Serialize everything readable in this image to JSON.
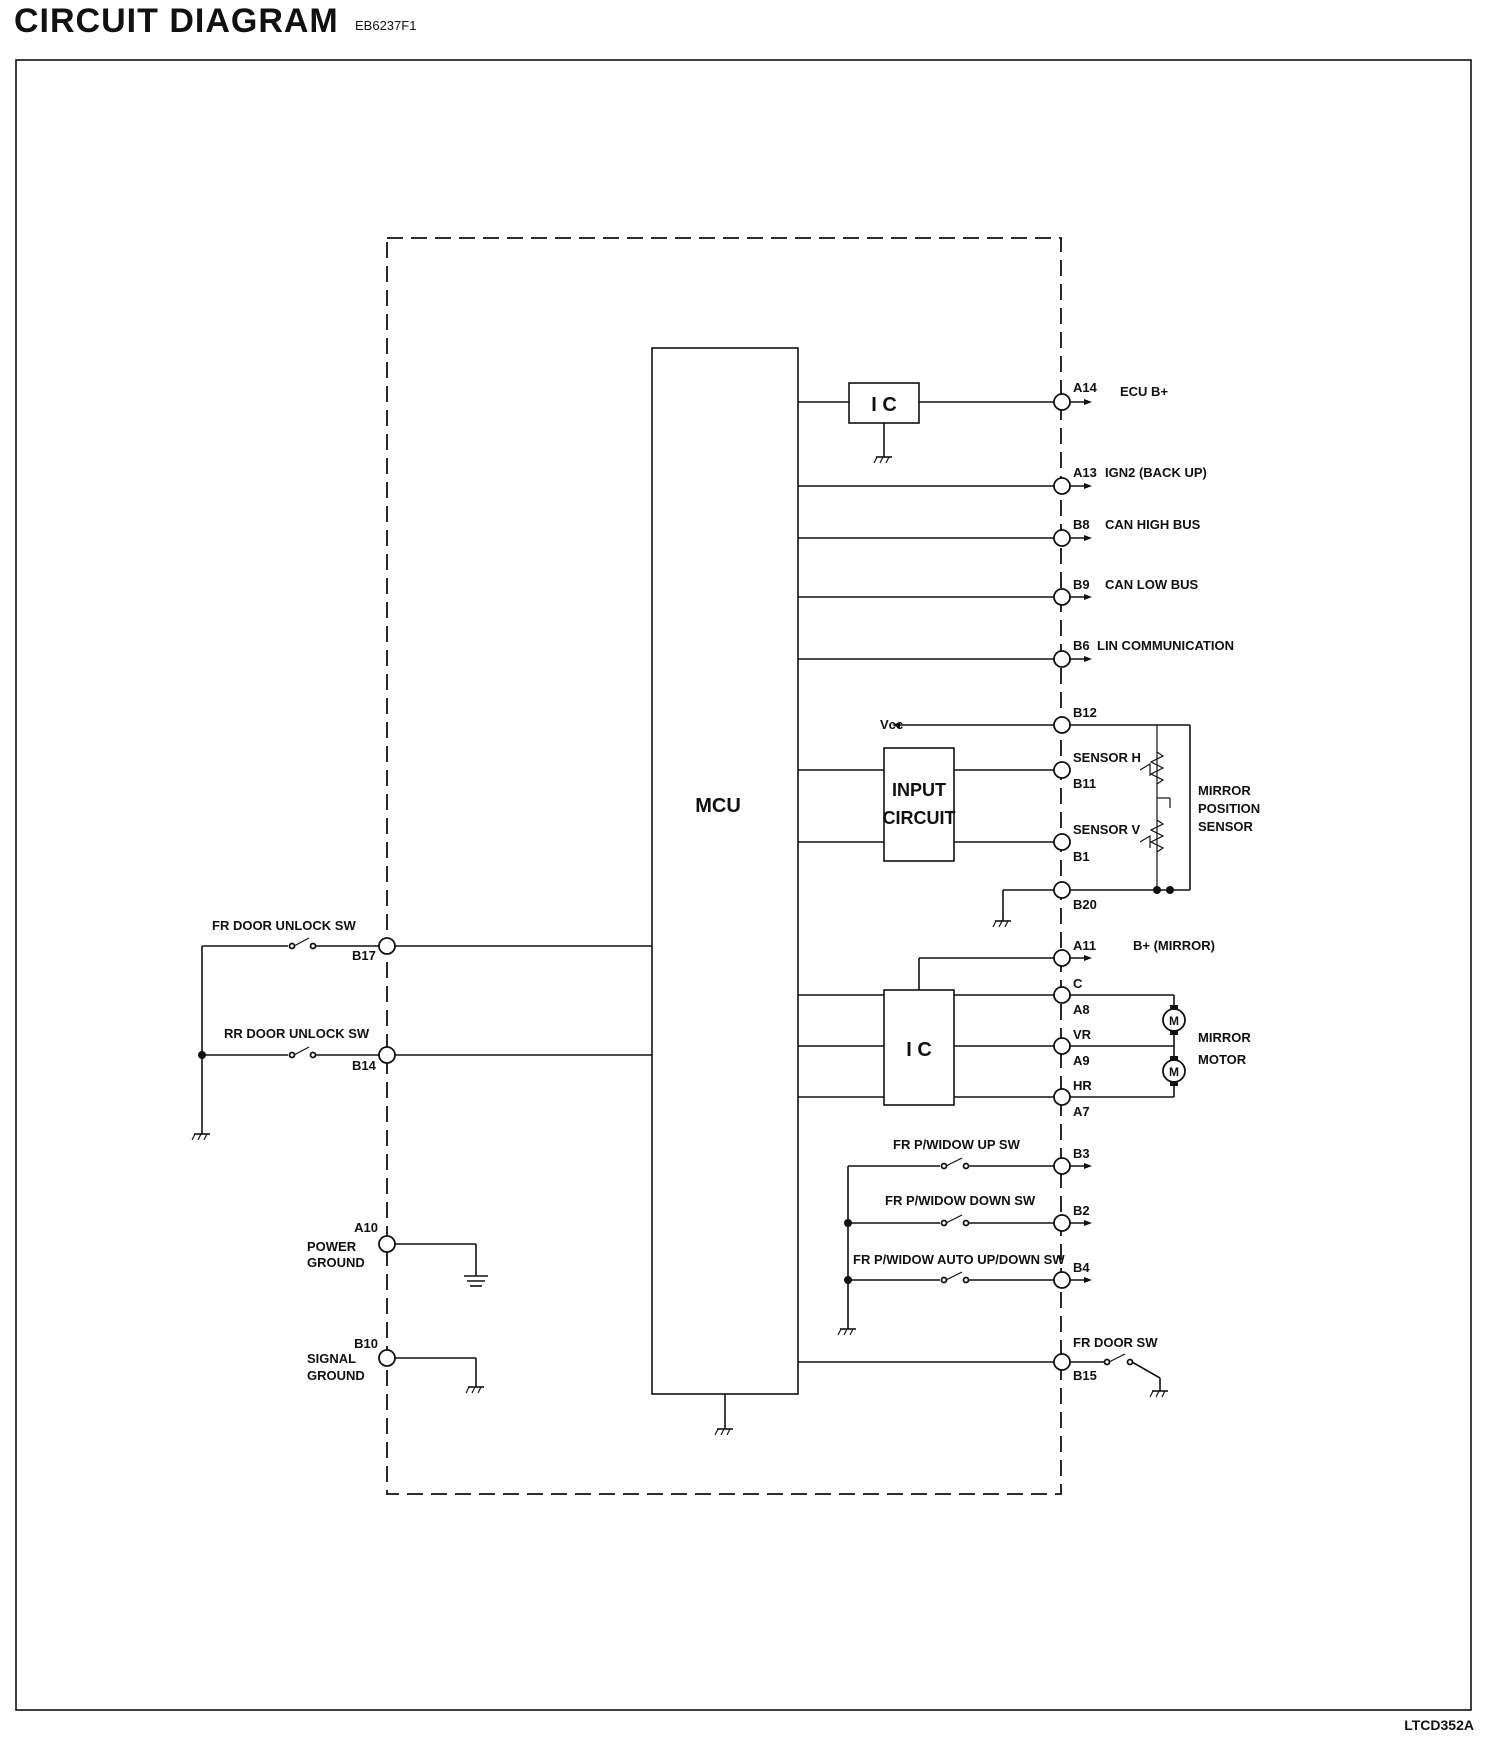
{
  "header": {
    "title": "CIRCUIT DIAGRAM",
    "code": "EB6237F1"
  },
  "footer": {
    "code": "LTCD352A"
  },
  "blocks": {
    "mcu": "MCU",
    "ic_top": "I C",
    "ic_mid": "I C",
    "input_1": "INPUT",
    "input_2": "CIRCUIT"
  },
  "right_terminals": {
    "a14": "A14",
    "a13": "A13",
    "b8": "B8",
    "b9": "B9",
    "b6": "B6",
    "b12": "B12",
    "b11": "B11",
    "b1": "B1",
    "b20": "B20",
    "a11": "A11",
    "a8": "A8",
    "a9": "A9",
    "a7": "A7",
    "b3": "B3",
    "b2": "B2",
    "b4": "B4",
    "b15": "B15"
  },
  "right_signals": {
    "ecu_b": "ECU B+",
    "ign2": "IGN2 (BACK UP)",
    "can_high": "CAN HIGH BUS",
    "can_low": "CAN LOW BUS",
    "lin": "LIN COMMUNICATION",
    "vcc": "Vcc",
    "sensor_h": "SENSOR H",
    "sensor_v": "SENSOR V",
    "b_mirror": "B+ (MIRROR)",
    "c": "C",
    "vr": "VR",
    "hr": "HR"
  },
  "mirror_position_sensor": [
    "MIRROR",
    "POSITION",
    "SENSOR"
  ],
  "mirror_motor": [
    "MIRROR",
    "MOTOR"
  ],
  "motor_symbol": "M",
  "window_switches": {
    "up": "FR P/WIDOW UP SW",
    "down": "FR P/WIDOW DOWN SW",
    "auto": "FR P/WIDOW AUTO UP/DOWN SW",
    "door": "FR DOOR SW"
  },
  "left_terminals": {
    "fr_unlock": "FR DOOR UNLOCK SW",
    "b17": "B17",
    "rr_unlock": "RR DOOR UNLOCK SW",
    "b14": "B14",
    "a10": "A10",
    "power_1": "POWER",
    "power_2": "GROUND",
    "b10": "B10",
    "signal_1": "SIGNAL",
    "signal_2": "GROUND"
  }
}
